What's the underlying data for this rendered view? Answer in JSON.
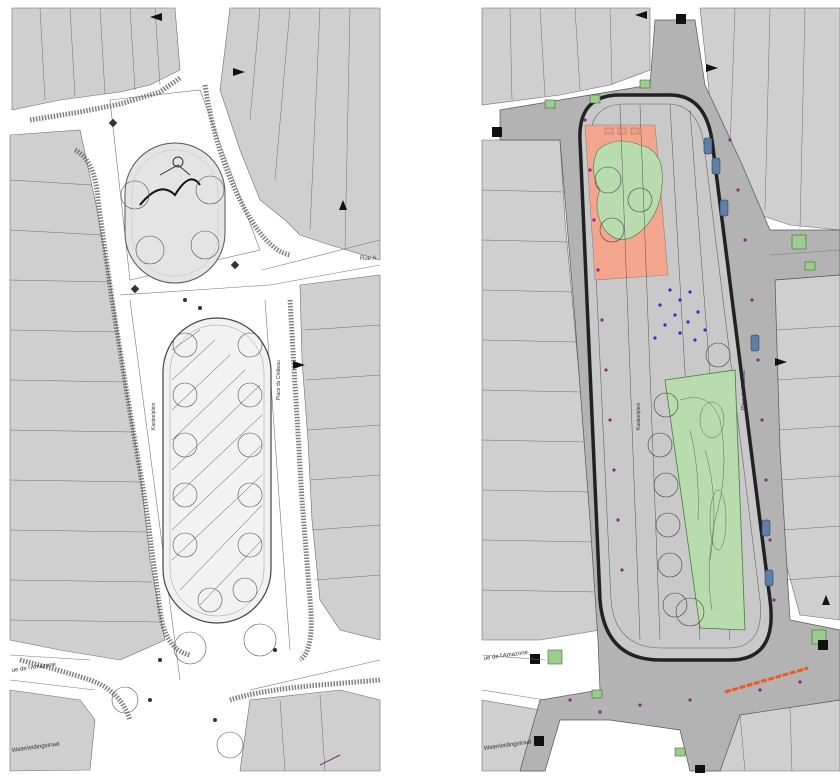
{
  "plans": [
    {
      "name": "existing-plan",
      "labels": {
        "street_top_right": "Rue A",
        "street_bottom_left": "ue de l'Amazone",
        "street_bottom_left2": "Waterleidingstraat",
        "street_side_left": "Kasteelplein",
        "street_side_right": "Place du Château"
      }
    },
    {
      "name": "proposed-plan",
      "labels": {
        "street_bottom_left": "ue de l'Amazone",
        "street_bottom_left2": "Waterleidingstraat",
        "street_side_left": "Kasteelplein",
        "street_side_right": "Place du Château"
      }
    }
  ],
  "colors": {
    "building": "#cfcfcf",
    "building_stroke": "#6e6e6e",
    "road_new": "#b3b3b3",
    "sidewalk_old": "#e6e6e6",
    "garden_green": "#b9dcae",
    "garden_salmon": "#f4a58e",
    "bike_orange": "#f05a1e",
    "accent_purple": "#8a2a8a",
    "accent_blue": "#2436c8"
  }
}
